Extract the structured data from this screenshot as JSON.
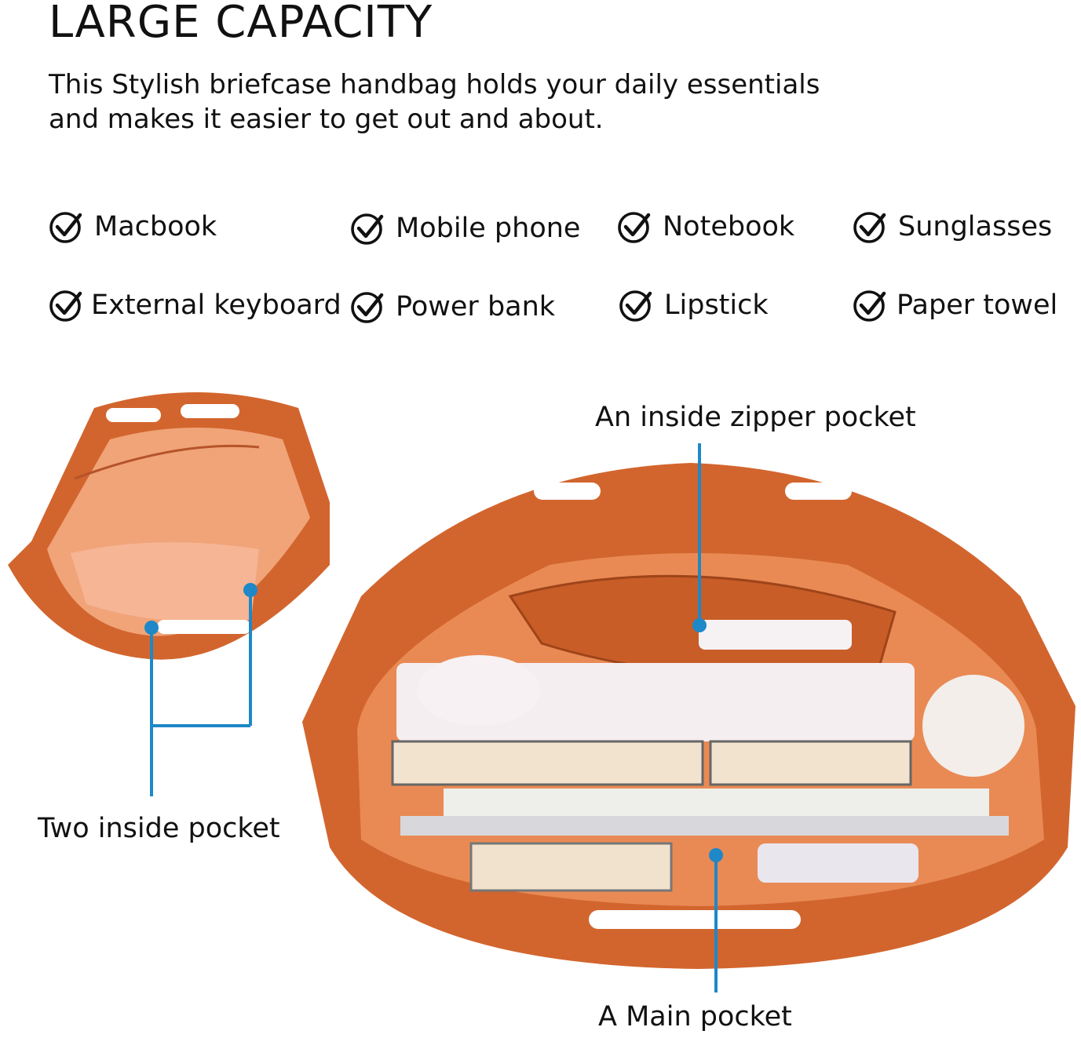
{
  "heading": "LARGE CAPACITY",
  "description": "This Stylish briefcase handbag holds your daily essentials and makes it easier to get out and about.",
  "items": [
    {
      "label": "Macbook",
      "icon": "check-circle-icon"
    },
    {
      "label": "Mobile phone",
      "icon": "check-circle-icon"
    },
    {
      "label": "Notebook",
      "icon": "check-circle-icon"
    },
    {
      "label": "Sunglasses",
      "icon": "check-circle-icon"
    },
    {
      "label": "External keyboard",
      "icon": "check-circle-icon"
    },
    {
      "label": "Power bank",
      "icon": "check-circle-icon"
    },
    {
      "label": "Lipstick",
      "icon": "check-circle-icon"
    },
    {
      "label": "Paper towel",
      "icon": "check-circle-icon"
    }
  ],
  "callouts": {
    "zipper": "An inside zipper pocket",
    "two_pockets": "Two inside pocket",
    "main": "A Main pocket"
  },
  "colors": {
    "bag_orange": "#d2652e",
    "bag_lining": "#ef9a6b",
    "callout_line": "#1e88c8",
    "text": "#111111"
  }
}
